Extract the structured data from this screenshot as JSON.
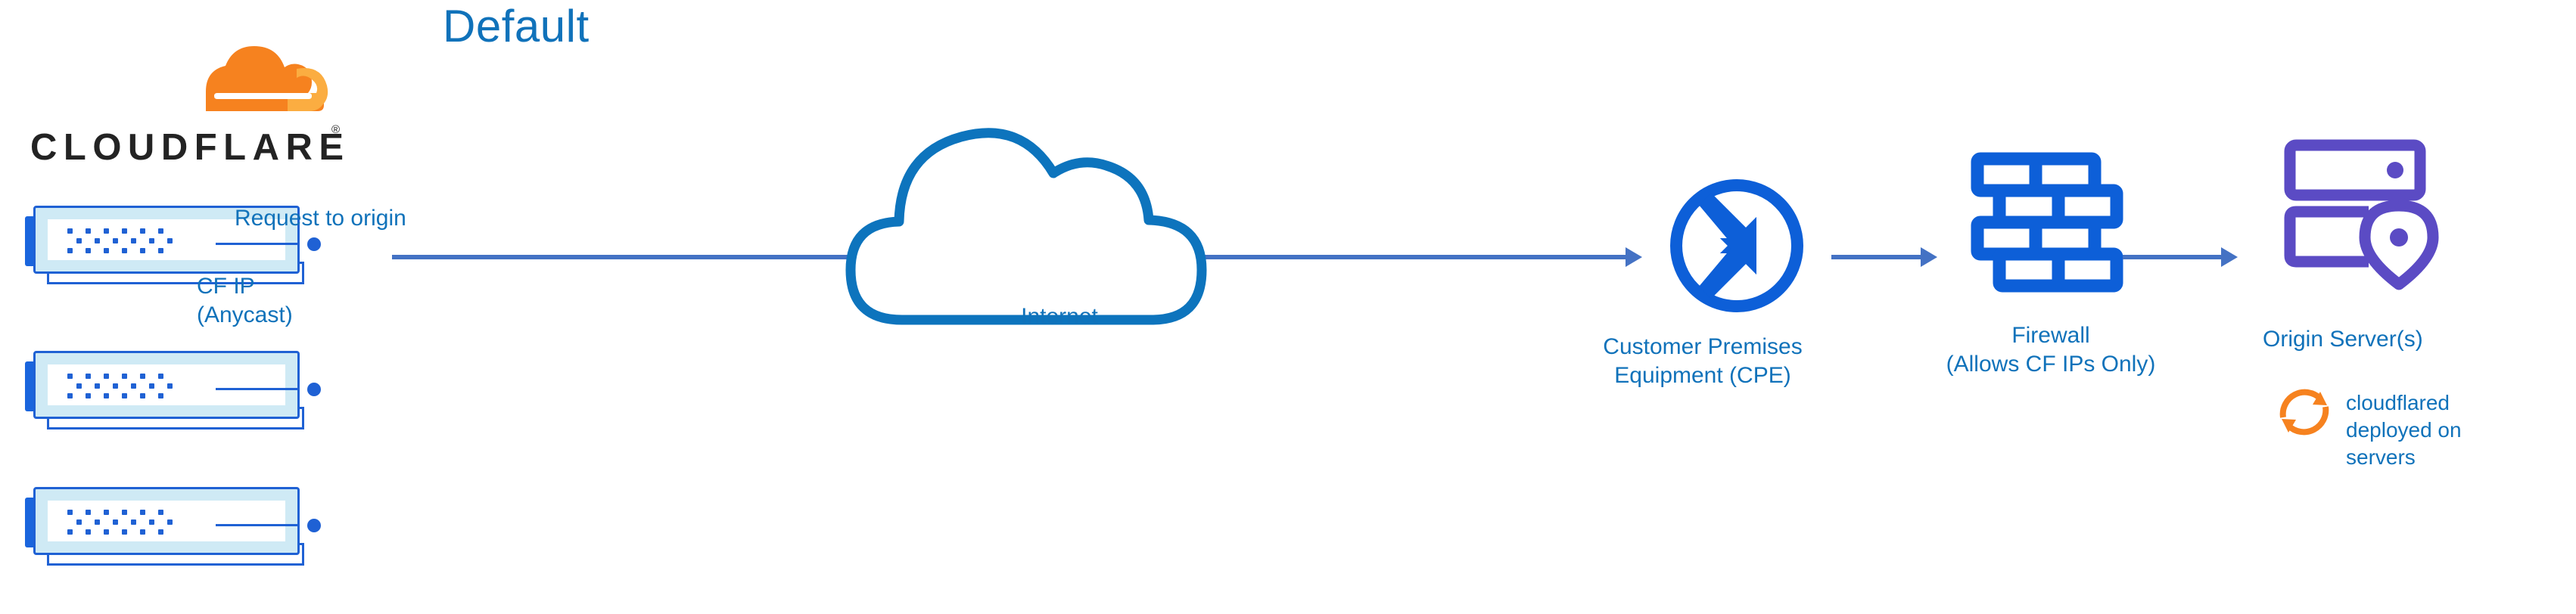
{
  "title": "Default",
  "colors": {
    "title_blue": "#1072BA",
    "label_blue": "#1072BA",
    "arrow_blue": "#4472C4",
    "icon_blue": "#0d5fd8",
    "cloud_blue": "#0d74bd",
    "origin_purple": "#5B4BC4",
    "cloudflare_orange": "#F6821F",
    "server_border": "#1f61d4",
    "server_fill": "#cfeaf5"
  },
  "brand": {
    "wordmark": "CLOUDFLARE",
    "registered_mark": "®",
    "logo_icon": "cloudflare-cloud-logo"
  },
  "nodes": {
    "edge": {
      "label_request": "Request to origin",
      "label_cfip": "CF IP\n(Anycast)",
      "icon": "server-rack-icon",
      "server_count": 3
    },
    "internet": {
      "label": "Internet",
      "icon": "cloud-icon"
    },
    "cpe": {
      "label": "Customer Premises\nEquipment (CPE)",
      "icon": "router-four-arrows-icon"
    },
    "firewall": {
      "label": "Firewall\n(Allows CF IPs Only)",
      "icon": "brick-wall-icon"
    },
    "origin": {
      "label": "Origin Server(s)",
      "icon": "server-location-pin-icon",
      "note_label": "cloudflared\ndeployed on\nservers",
      "note_icon": "sync-arrows-icon"
    }
  },
  "flow": {
    "arrows": [
      {
        "name": "edge-to-cpe",
        "from": "cloudflare-edge",
        "to": "cpe"
      },
      {
        "name": "cpe-to-firewall",
        "from": "cpe",
        "to": "firewall"
      },
      {
        "name": "firewall-to-origin",
        "from": "firewall",
        "to": "origin"
      }
    ]
  }
}
